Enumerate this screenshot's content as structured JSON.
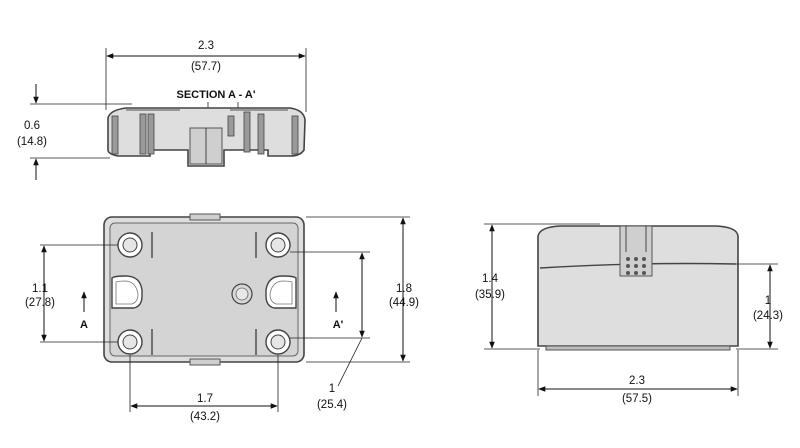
{
  "section_view": {
    "label": "SECTION A - A'",
    "width_in": "2.3",
    "width_mm": "(57.7)",
    "height_in": "0.6",
    "height_mm": "(14.8)"
  },
  "top_view": {
    "terminal_spacing_in": "1.1",
    "terminal_spacing_mm": "(27.8)",
    "section_marker_left": "A",
    "section_marker_right": "A'",
    "overall_height_in": "1.8",
    "overall_height_mm": "(44.9)",
    "hole_spacing_in": "1.7",
    "hole_spacing_mm": "(43.2)",
    "terminal_offset_in": "1",
    "terminal_offset_mm": "(25.4)"
  },
  "side_view": {
    "height_in": "1.4",
    "height_mm": "(35.9)",
    "inner_height_in": "1",
    "inner_height_mm": "(24.3)",
    "width_in": "2.3",
    "width_mm": "(57.5)"
  }
}
